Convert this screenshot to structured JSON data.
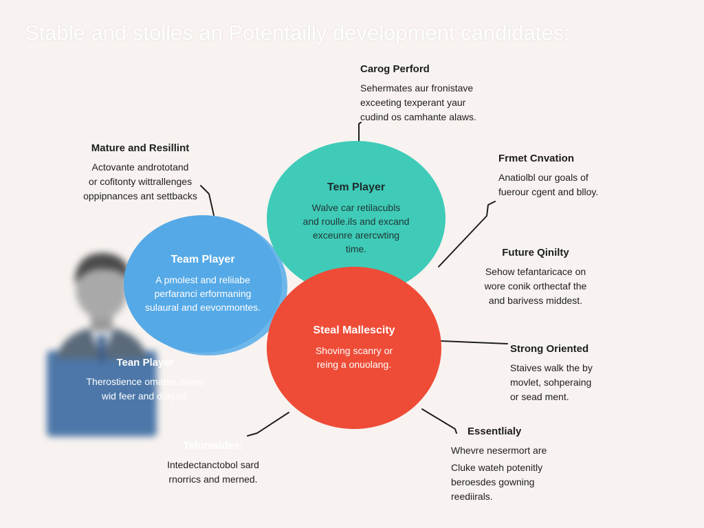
{
  "title": "Stable and stolles an Potentailly development candidates:",
  "circles": {
    "blue": {
      "title": "Team Player",
      "lines": [
        "A pmolest and reliiabe",
        "perfaranci erformaning",
        "sulaural and eevonmontes."
      ]
    },
    "teal": {
      "title": "Tem Player",
      "lines": [
        "Walve car retilacubls",
        "and roulle.ils and excand",
        "exceunre arercwting",
        "time."
      ]
    },
    "red": {
      "title": "Steal Mallescity",
      "lines": [
        "Shoving scanry or",
        "reing a onuolang."
      ]
    }
  },
  "labels": {
    "top": {
      "title": "Carog Perford",
      "lines": [
        "Sehermates aur fronistave",
        "exceeting texperant yaur",
        "cudind os camhante alaws."
      ]
    },
    "mature": {
      "title": "Mature and Resillint",
      "lines": [
        "Actovante andrototand",
        "or cofitonty wittrallenges",
        "oppipnances ant settbacks"
      ]
    },
    "firmet": {
      "title": "Frmet Cnvation",
      "lines": [
        "Anatiolbl our goals of",
        "fuerour cgent and blloy."
      ]
    },
    "future": {
      "title": "Future Qinilty",
      "lines": [
        "Sehow tefantaricace on",
        "wore conik orthectaf the",
        "and barivess middest."
      ]
    },
    "strong": {
      "title": "Strong Oriented",
      "lines": [
        "Staives walk the by",
        "movlet, sohperaing",
        "or sead ment."
      ]
    },
    "essential": {
      "title": "Essentlialy",
      "lines": [
        "Whevre nesermort are"
      ]
    },
    "essential2": {
      "lines": [
        "Cluke wateh potenitly",
        "beroesdes gowning",
        "reediirals."
      ]
    },
    "person": {
      "title": "Tean Player",
      "lines": [
        "Therostience omaple.divine",
        "wid feer and durjuct."
      ]
    },
    "bottom_left": {
      "title": "Telumaides:",
      "lines": [
        "Intedectanctobol sard",
        "rnorrics and merned."
      ]
    }
  },
  "colors": {
    "blue": "#55a9e6",
    "teal": "#3fcbb8",
    "red": "#ee4c37",
    "background": "#f8f3f0",
    "person": "#4c77a8"
  },
  "icons": {
    "person": "person-silhouette-icon"
  }
}
